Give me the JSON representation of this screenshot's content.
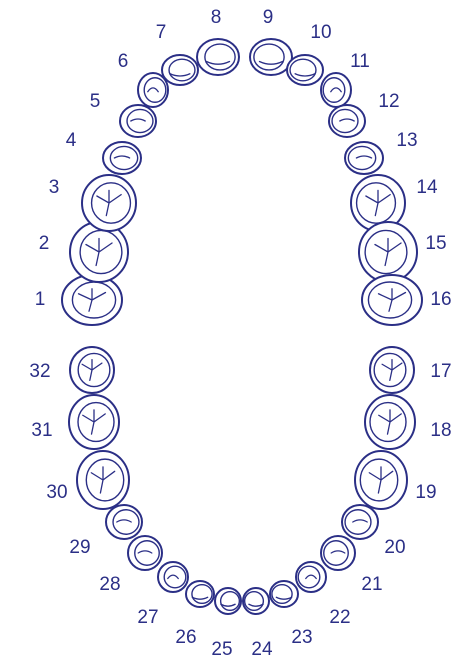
{
  "stroke_color": "#2b2f86",
  "teeth": [
    {
      "number": "1",
      "type": "molar"
    },
    {
      "number": "2",
      "type": "molar"
    },
    {
      "number": "3",
      "type": "molar"
    },
    {
      "number": "4",
      "type": "premolar"
    },
    {
      "number": "5",
      "type": "premolar"
    },
    {
      "number": "6",
      "type": "canine"
    },
    {
      "number": "7",
      "type": "incisor"
    },
    {
      "number": "8",
      "type": "incisor"
    },
    {
      "number": "9",
      "type": "incisor"
    },
    {
      "number": "10",
      "type": "incisor"
    },
    {
      "number": "11",
      "type": "canine"
    },
    {
      "number": "12",
      "type": "premolar"
    },
    {
      "number": "13",
      "type": "premolar"
    },
    {
      "number": "14",
      "type": "molar"
    },
    {
      "number": "15",
      "type": "molar"
    },
    {
      "number": "16",
      "type": "molar"
    },
    {
      "number": "17",
      "type": "molar"
    },
    {
      "number": "18",
      "type": "molar"
    },
    {
      "number": "19",
      "type": "molar"
    },
    {
      "number": "20",
      "type": "premolar"
    },
    {
      "number": "21",
      "type": "premolar"
    },
    {
      "number": "22",
      "type": "canine"
    },
    {
      "number": "23",
      "type": "incisor"
    },
    {
      "number": "24",
      "type": "incisor"
    },
    {
      "number": "25",
      "type": "incisor"
    },
    {
      "number": "26",
      "type": "incisor"
    },
    {
      "number": "27",
      "type": "canine"
    },
    {
      "number": "28",
      "type": "premolar"
    },
    {
      "number": "29",
      "type": "premolar"
    },
    {
      "number": "30",
      "type": "molar"
    },
    {
      "number": "31",
      "type": "molar"
    },
    {
      "number": "32",
      "type": "molar"
    }
  ]
}
